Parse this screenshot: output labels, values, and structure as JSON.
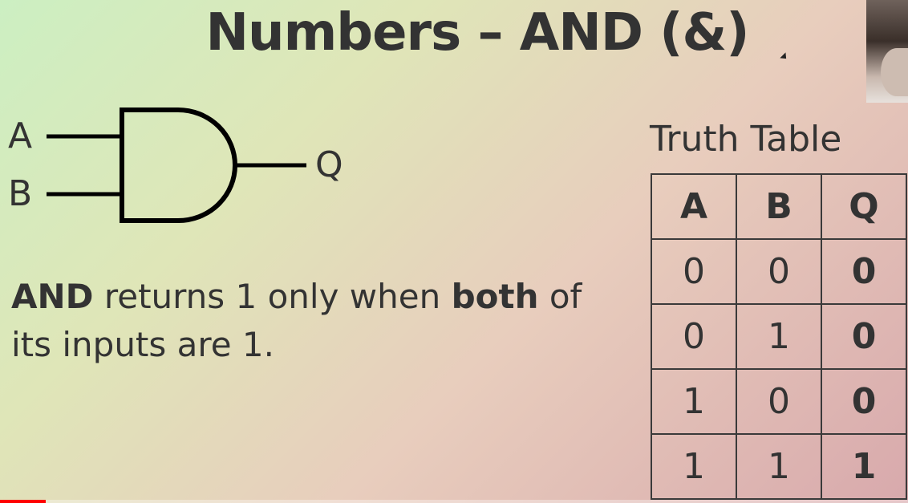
{
  "slide": {
    "title": "Numbers – AND (&)"
  },
  "gate": {
    "input_a": "A",
    "input_b": "B",
    "output": "Q",
    "icon": "and-gate-icon"
  },
  "description": {
    "part1": "AND",
    "part2": " returns 1 only when ",
    "part3": "both",
    "part4": " of its inputs are 1."
  },
  "truth_table": {
    "title": "Truth Table",
    "headers": [
      "A",
      "B",
      "Q"
    ],
    "rows": [
      [
        "0",
        "0",
        "0"
      ],
      [
        "0",
        "1",
        "0"
      ],
      [
        "1",
        "0",
        "0"
      ],
      [
        "1",
        "1",
        "1"
      ]
    ]
  },
  "video": {
    "progress": 0.05,
    "accent_color": "#ff0000"
  }
}
